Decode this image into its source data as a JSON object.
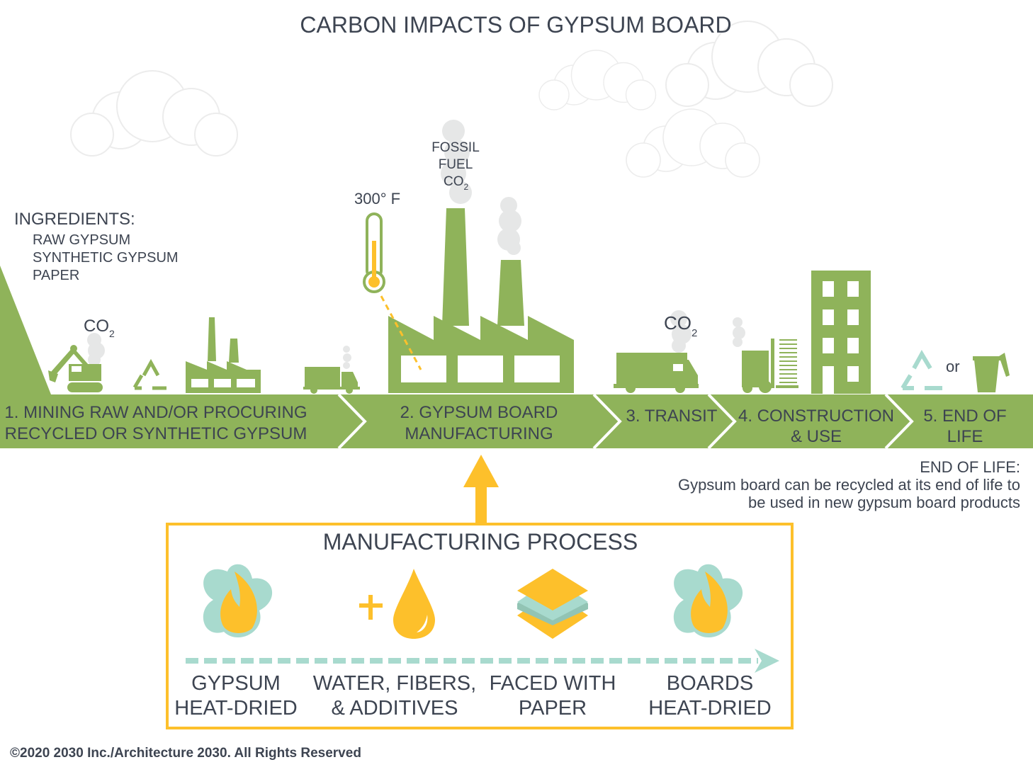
{
  "title": "CARBON IMPACTS OF GYPSUM BOARD",
  "colors": {
    "green": "#8fb35a",
    "yellow": "#fdc02b",
    "teal": "#a8dace",
    "text": "#3d4451",
    "smoke": "#e6e7e7"
  },
  "ingredients": {
    "heading": "INGREDIENTS:",
    "items": [
      "RAW GYPSUM",
      "SYNTHETIC GYPSUM",
      "PAPER"
    ]
  },
  "labels": {
    "co2": "CO",
    "sub2": "2",
    "fossil": [
      "FOSSIL",
      "FUEL"
    ],
    "temperature": "300° F",
    "or": "or"
  },
  "stages": [
    {
      "lines": [
        "1. MINING RAW AND/OR PROCURING",
        "RECYCLED OR SYNTHETIC GYPSUM"
      ]
    },
    {
      "lines": [
        "2. GYPSUM BOARD",
        "MANUFACTURING"
      ]
    },
    {
      "lines": [
        "3. TRANSIT"
      ]
    },
    {
      "lines": [
        "4. CONSTRUCTION",
        "& USE"
      ]
    },
    {
      "lines": [
        "5. END OF",
        "LIFE"
      ]
    }
  ],
  "end_of_life": {
    "heading": "END OF LIFE:",
    "lines": [
      "Gypsum board can be recycled at its end of life to",
      "be used in new gypsum board products"
    ]
  },
  "process": {
    "title": "MANUFACTURING PROCESS",
    "steps": [
      {
        "icon": "flame-icon",
        "lines": [
          "GYPSUM",
          "HEAT-DRIED"
        ]
      },
      {
        "icon": "water-drop-icon",
        "lines": [
          "WATER, FIBERS,",
          "& ADDITIVES"
        ]
      },
      {
        "icon": "layers-icon",
        "lines": [
          "FACED WITH",
          "PAPER"
        ]
      },
      {
        "icon": "flame-icon",
        "lines": [
          "BOARDS",
          "HEAT-DRIED"
        ]
      }
    ]
  },
  "copyright": "©2020 2030 Inc./Architecture 2030. All Rights Reserved"
}
